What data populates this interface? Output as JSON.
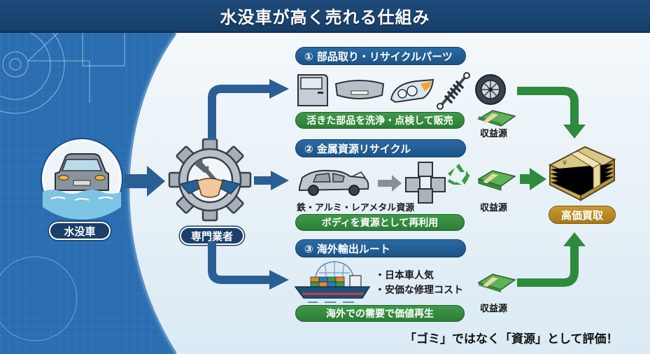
{
  "header": {
    "title": "水没車が高く売れる仕組み"
  },
  "source": {
    "label": "水没車",
    "icon": "flooded-car-icon"
  },
  "hub": {
    "label": "専門業者",
    "icon": "gear-handshake-icon"
  },
  "routes": [
    {
      "number": "①",
      "title": "① 部品取り・リサイクルパーツ",
      "items": [
        "door-icon",
        "bumper-icon",
        "headlight-icon",
        "shock-absorber-icon",
        "tire-icon"
      ],
      "caption": "活きた部品を洗浄・点検して販売",
      "revenue": "収益源"
    },
    {
      "number": "②",
      "title": "② 金属資源リサイクル",
      "items": [
        "wrecked-car-icon",
        "arrow-icon",
        "metal-cubes-icon",
        "recycle-icon"
      ],
      "note": "鉄・アルミ・レアメタル資源",
      "caption": "ボディを資源として再利用",
      "revenue": "収益源"
    },
    {
      "number": "③",
      "title": "③ 海外輸出ルート",
      "items": [
        "cargo-ship-icon",
        "globe-icon"
      ],
      "bullets": [
        "・日本車人気",
        "・安価な修理コスト"
      ],
      "caption": "海外での需要で価値再生",
      "revenue": "収益源"
    }
  ],
  "result": {
    "label": "高価買取",
    "icon": "money-stack-icon"
  },
  "tagline": "「ゴミ」ではなく「資源」として評価！",
  "colors": {
    "header": "#1e4b7c",
    "blue_arrow": "#2a5f93",
    "blue_pill": "#2a6aa3",
    "green_pill": "#3a934a",
    "green_arrow": "#2e8b3e",
    "navy_label": "#1b3f6a",
    "gold_label": "#b98a24"
  }
}
